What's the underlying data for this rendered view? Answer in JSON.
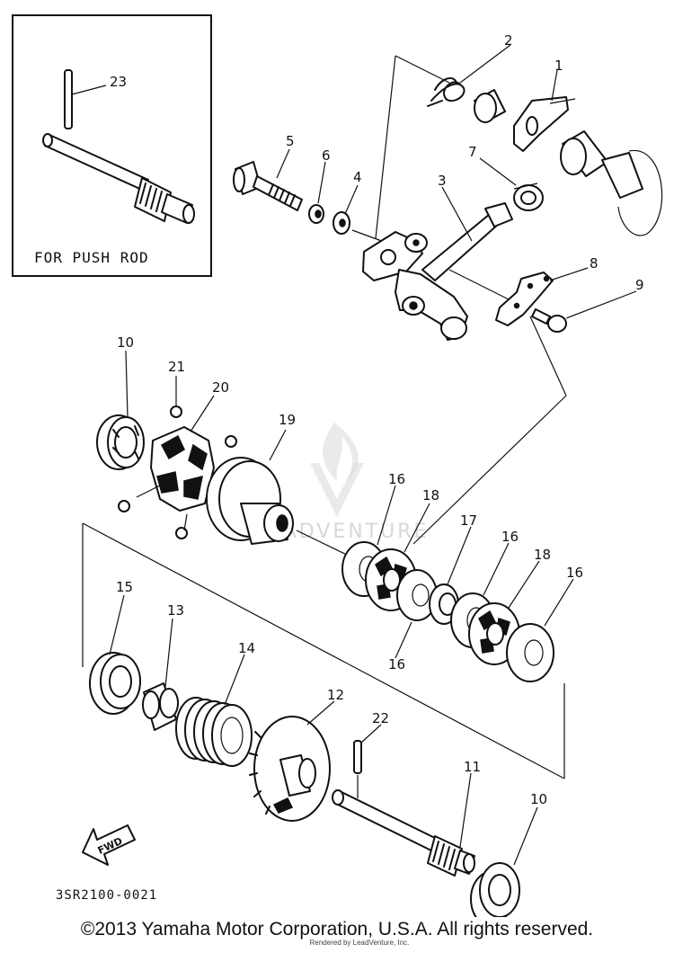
{
  "inset": {
    "label": "FOR PUSH ROD"
  },
  "callouts": [
    "1",
    "2",
    "3",
    "4",
    "5",
    "6",
    "7",
    "8",
    "9",
    "10",
    "11",
    "12",
    "13",
    "14",
    "15",
    "16",
    "17",
    "18",
    "19",
    "20",
    "21",
    "22",
    "23"
  ],
  "part_code": "3SR2100-0021",
  "fwd_arrow": {
    "label": "FWD",
    "icon": "fwd-arrow-icon"
  },
  "watermark": {
    "text": "LEADVENTURE"
  },
  "footer": {
    "copyright": "©2013 Yamaha Motor Corporation, U.S.A. All rights reserved.",
    "rendered_by": "Rendered by LeadVenture, Inc."
  }
}
